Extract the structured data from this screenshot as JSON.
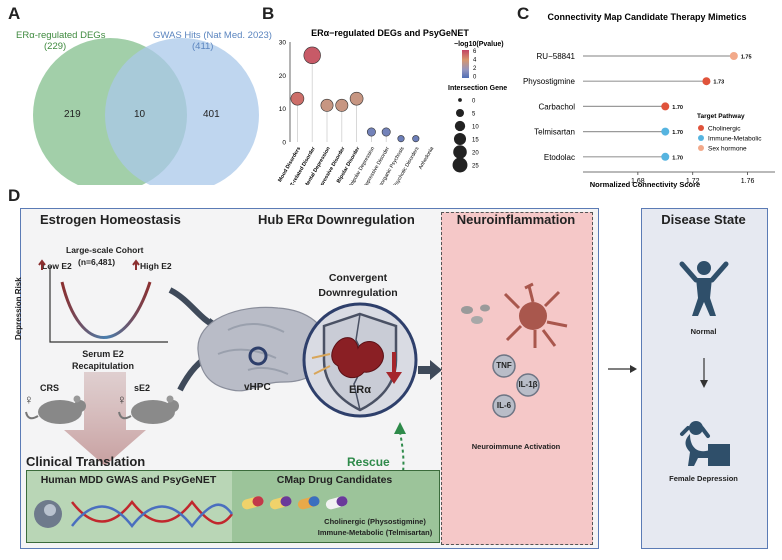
{
  "panels": {
    "a": "A",
    "b": "B",
    "c": "C",
    "d": "D"
  },
  "venn": {
    "left_title": "ERα-regulated DEGs",
    "left_count": "(229)",
    "right_title": "GWAS Hits (Nat Med. 2023)",
    "right_count": "(411)",
    "left_only": "219",
    "overlap": "10",
    "right_only": "401",
    "colors": {
      "left": "#92c79a",
      "right": "#a9c8ea",
      "overlap": "#7fb1a6"
    }
  },
  "chart_data": [
    {
      "type": "scatter",
      "title": "ERα−regulated DEGs and PsyGeNET",
      "categories": [
        "Mood Disorders",
        "SZ-related Disorder",
        "Mental Depression",
        "Depressive Disorder",
        "Bipolar Disorder",
        "Unipolar Depression",
        "Major Depressive Disorder",
        "Nonorganic Psychosis",
        "Psychotic Disorders",
        "Anhedonia"
      ],
      "bold_categories": [
        "Mood Disorders",
        "SZ-related Disorder",
        "Mental Depression",
        "Depressive Disorder",
        "Bipolar Disorder"
      ],
      "values": [
        13,
        26,
        11,
        11,
        13,
        3,
        3,
        1,
        1,
        0
      ],
      "neg_log10_pvalue": [
        5,
        5.5,
        3.5,
        3.5,
        3.5,
        1,
        1,
        0.8,
        0.8,
        0
      ],
      "ylim": [
        0,
        30
      ],
      "yticks": [
        0,
        10,
        20,
        30
      ],
      "legend_color_title": "−log10(Pvalue)",
      "legend_color_ticks": [
        6,
        4,
        2,
        0
      ],
      "legend_size_title": "Intersection Gene",
      "legend_size_ticks": [
        0,
        5,
        10,
        15,
        20,
        25
      ]
    },
    {
      "type": "lollipop",
      "title": "Connectivity Map Candidate Therapy Mimetics",
      "xlabel": "Normalized Connectivity Score",
      "categories": [
        "RU−58841",
        "Physostigmine",
        "Carbachol",
        "Telmisartan",
        "Etodolac"
      ],
      "values": [
        1.75,
        1.73,
        1.7,
        1.7,
        1.7
      ],
      "value_labels": [
        "1.75",
        "1.73",
        "1.70",
        "1.70",
        "1.70"
      ],
      "pathway": [
        "Sex hormone",
        "Cholinergic",
        "Cholinergic",
        "Immune-Metabolic",
        "Immune-Metabolic"
      ],
      "xlim": [
        1.64,
        1.78
      ],
      "xticks": [
        "1.68",
        "1.72",
        "1.76"
      ],
      "legend_title": "Target Pathway",
      "legend": [
        {
          "name": "Cholinergic",
          "color": "#e0533b"
        },
        {
          "name": "Immune-Metabolic",
          "color": "#56b4e0"
        },
        {
          "name": "Sex hormone",
          "color": "#f2a98a"
        }
      ]
    }
  ],
  "d": {
    "estrogen_title": "Estrogen Homeostasis",
    "cohort_title": "Large-scale Cohort",
    "cohort_n": "(n=6,481)",
    "low_e2": "Low E2",
    "high_e2": "High E2",
    "y_axis": "Depression Risk",
    "serum_e2": "Serum E2",
    "recap": "Recapitulation",
    "crs": "CRS",
    "se2": "sE2",
    "hub_title": "Hub ERα Downregulation",
    "convergent": "Convergent",
    "downreg": "Downregulation",
    "vhpc": "vHPC",
    "era": "ERα",
    "rescue": "Rescue",
    "clinical_title": "Clinical Translation",
    "human_mdd": "Human MDD GWAS and PsyGeNET",
    "cmap": "CMap Drug Candidates",
    "cholinergic": "Cholinergic (Physostigmine)",
    "immune": "Immune-Metabolic (Telmisartan)",
    "neuro_title": "Neuroinflammation",
    "tnf": "TNF",
    "il1b": "IL-1β",
    "il6": "IL-6",
    "neuro_activation": "Neuroimmune Activation",
    "disease_title": "Disease State",
    "normal": "Normal",
    "female_depression": "Female Depression"
  }
}
